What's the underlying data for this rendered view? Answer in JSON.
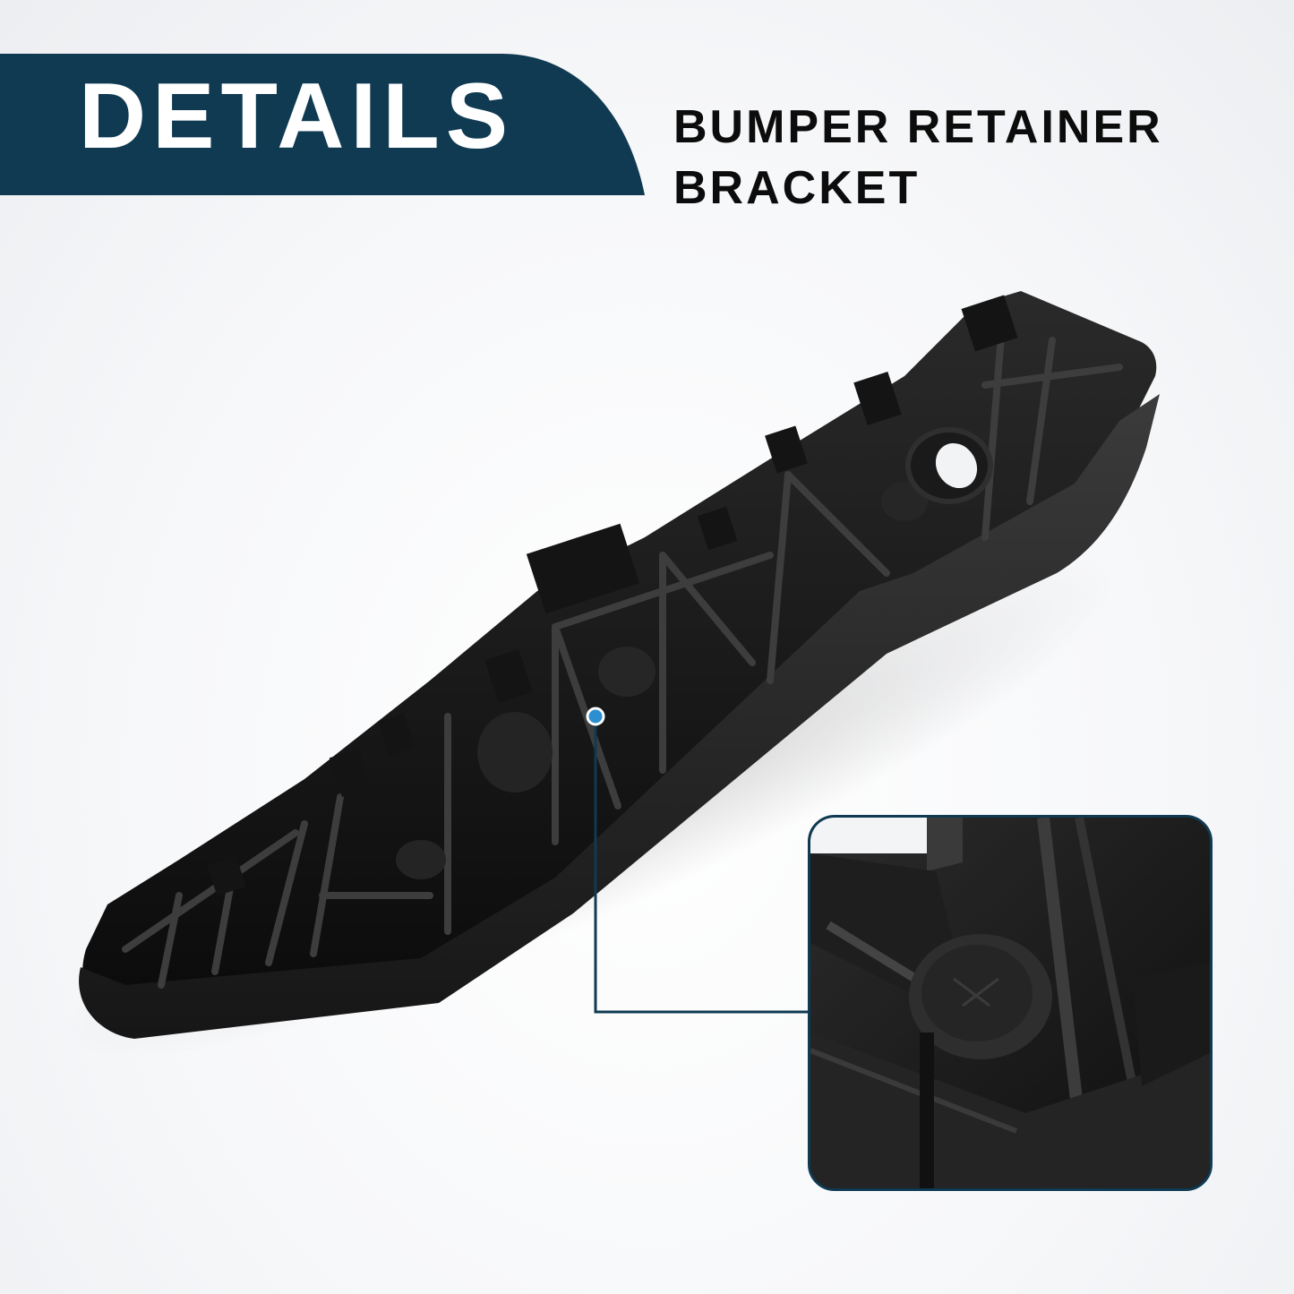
{
  "banner": {
    "title": "DETAILS",
    "color": "#0f3a52"
  },
  "headline": {
    "line1": "BUMPER RETAINER",
    "line2": "BRACKET"
  },
  "callout": {
    "color": "#0f3a52",
    "dot_color": "#2b8fd1"
  }
}
